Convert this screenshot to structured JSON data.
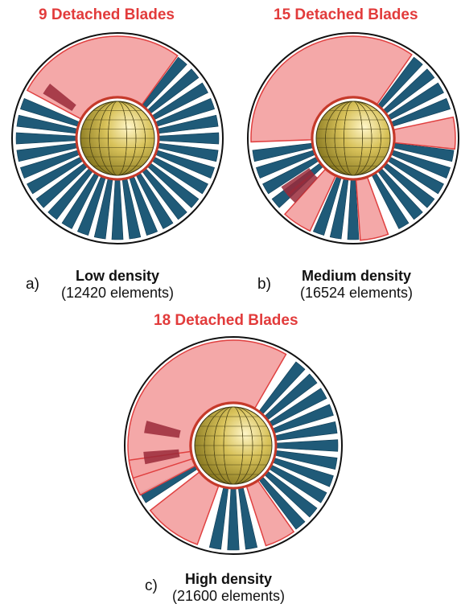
{
  "colors": {
    "title_red": "#e23b3b",
    "blade_blue": "#1f5a78",
    "detached_fill": "#f3a3a3",
    "detached_stroke": "#e04040",
    "hub_yellow": "#d8c25a",
    "casing": "#111111"
  },
  "panels": [
    {
      "id": "a",
      "title": "9 Detached Blades",
      "letter": "a)",
      "density": "Low density",
      "elements": "(12420 elements)",
      "detached_count": 9
    },
    {
      "id": "b",
      "title": "15 Detached Blades",
      "letter": "b)",
      "density": "Medium density",
      "elements": "(16524 elements)",
      "detached_count": 15
    },
    {
      "id": "c",
      "title": "18 Detached Blades",
      "letter": "c)",
      "density": "High density",
      "elements": "(21600 elements)",
      "detached_count": 18
    }
  ]
}
